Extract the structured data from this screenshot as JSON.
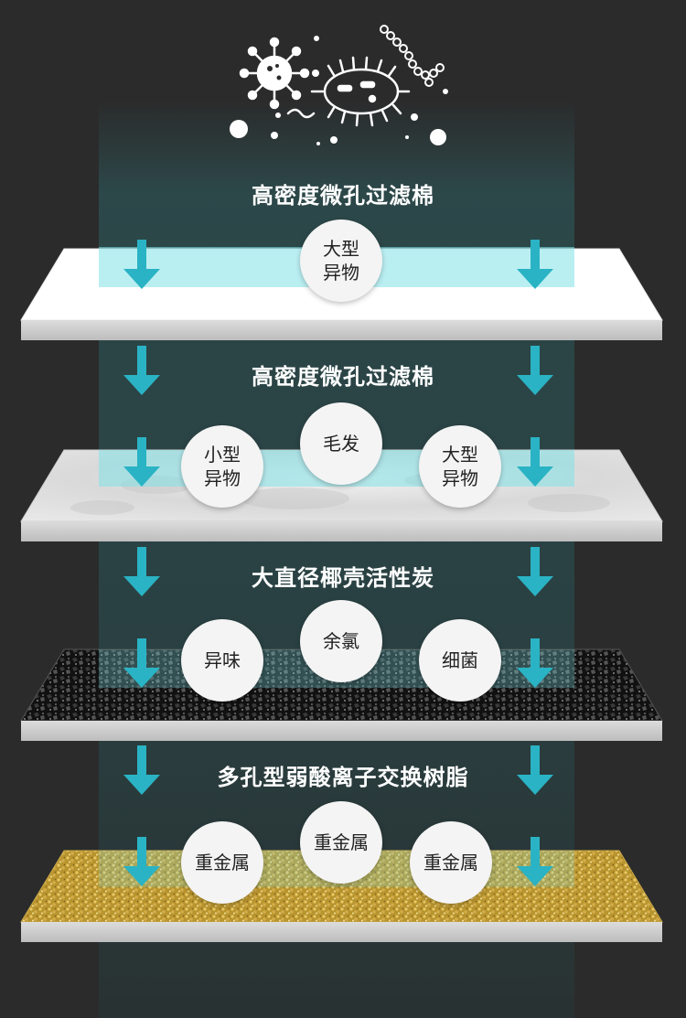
{
  "layers": [
    {
      "title": "高密度微孔过滤棉",
      "badges": [
        "大型异物"
      ]
    },
    {
      "title": "高密度微孔过滤棉",
      "badges": [
        "小型异物",
        "毛发",
        "大型异物"
      ]
    },
    {
      "title": "大直径椰壳活性炭",
      "badges": [
        "异味",
        "余氯",
        "细菌"
      ]
    },
    {
      "title": "多孔型弱酸离子交换树脂",
      "badges": [
        "重金属",
        "重金属",
        "重金属"
      ]
    }
  ],
  "colors": {
    "background": "#2b2b2b",
    "arrow": "#2ab3c4",
    "band": "#7fdde6"
  },
  "icons": [
    "virus-icon",
    "bacterium-icon",
    "chain-bacteria-icon"
  ]
}
